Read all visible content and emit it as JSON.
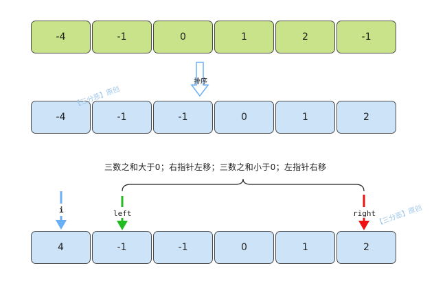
{
  "original_row": {
    "values": [
      "-4",
      "-1",
      "0",
      "1",
      "2",
      "-1"
    ],
    "fill_color": "#c8e38a"
  },
  "sort_step": {
    "label": "排序"
  },
  "sorted_row": {
    "values": [
      "-4",
      "-1",
      "-1",
      "0",
      "1",
      "2"
    ],
    "fill_color": "#cce3f8"
  },
  "rule": {
    "text": "三数之和大于0；右指针左移；三数之和小于0；左指针右移"
  },
  "pointer_row": {
    "values": [
      "4",
      "-1",
      "-1",
      "0",
      "1",
      "2"
    ],
    "fill_color": "#cce3f8"
  },
  "pointers": {
    "i": {
      "label": "i",
      "color": "#6aaef5",
      "icon": "arrow-down-icon"
    },
    "left": {
      "label": "left",
      "color": "#22bb22",
      "icon": "arrow-down-icon"
    },
    "right": {
      "label": "right",
      "color": "#ee1111",
      "icon": "arrow-down-icon"
    }
  },
  "watermarks": [
    "【三分恶】原创",
    "【三分恶】原创"
  ]
}
